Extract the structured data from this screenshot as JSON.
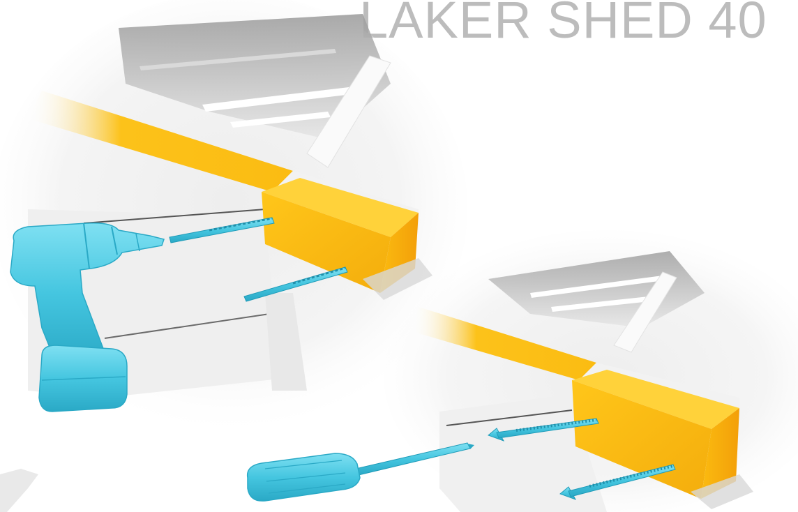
{
  "title": "LAKER SHED 40",
  "colors": {
    "beam": "#fcbf0e",
    "beam_dark": "#f0a20a",
    "tool": "#4fcde6",
    "tool_dark": "#1f9bb8",
    "background": "#ffffff"
  },
  "steps": [
    {
      "name": "pre-drill-step",
      "tool": "drill-icon",
      "fasteners": [
        "drill-bit-icon",
        "drill-bit-icon"
      ]
    },
    {
      "name": "screw-step",
      "tool": "screwdriver-icon",
      "fasteners": [
        "screw-icon",
        "screw-icon"
      ]
    }
  ]
}
